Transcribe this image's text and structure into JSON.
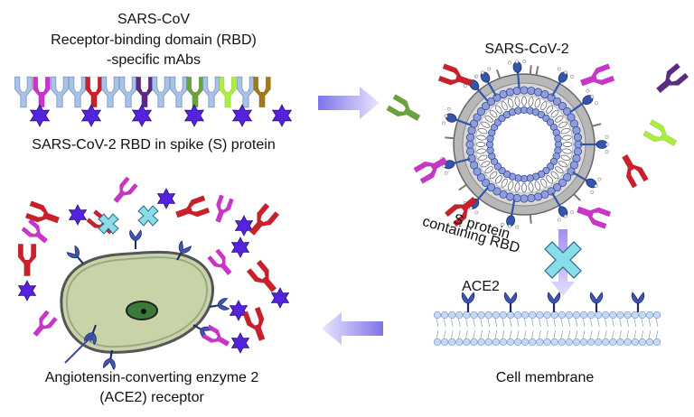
{
  "labels": {
    "sars_cov": "SARS-CoV",
    "rbd_line": "Receptor-binding domain (RBD)",
    "mabs_line": "-specific mAbs",
    "rbd_spike": "SARS-CoV-2 RBD in spike (S) protein",
    "sars_cov2": "SARS-CoV-2",
    "s_protein": "S protein",
    "containing_rbd": "containing RBD",
    "ace2": "ACE2",
    "cell_membrane": "Cell membrane",
    "ace2_receptor_1": "Angiotensin-converting enzyme 2",
    "ace2_receptor_2": "(ACE2) receptor"
  },
  "colors": {
    "antibody_blue": "#a9c3e6",
    "antibody_red": "#cc1f2a",
    "antibody_magenta": "#cc33cc",
    "antibody_purple": "#5b2a86",
    "antibody_green": "#6aa33a",
    "antibody_lime": "#aaf03a",
    "antibody_olive": "#a07a1a",
    "rbd_star": "#5522dd",
    "spike": "#3355aa",
    "block_x": "#88dde8",
    "cell_fill": "#c8d4a8",
    "arrow": "#9f95ee"
  }
}
